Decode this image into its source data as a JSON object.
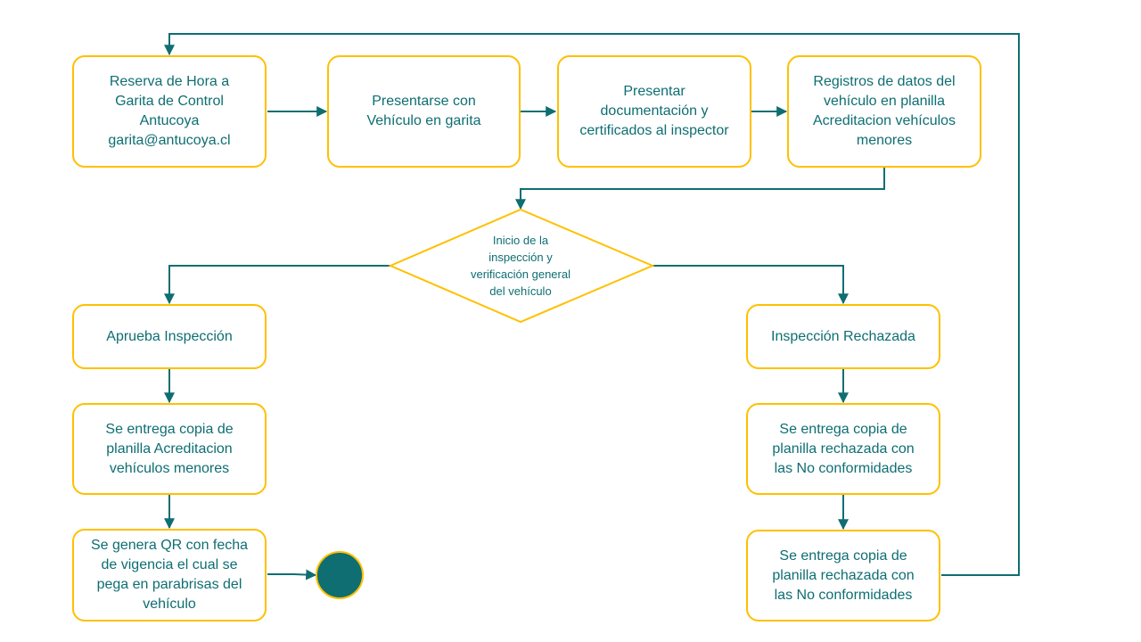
{
  "colors": {
    "node_border": "#FFC000",
    "text": "#0E6E72",
    "connector": "#0E6E72",
    "end_fill": "#0E6E72"
  },
  "nodes": {
    "reserva": "Reserva de Hora a\nGarita de Control\nAntucoya\ngarita@antucoya.cl",
    "presentarse": "Presentarse con\nVehículo en garita",
    "documentacion": "Presentar\ndocumentación y\ncertificados al inspector",
    "registros": "Registros de datos del\nvehículo en planilla\nAcreditacion vehículos\nmenores",
    "decision": "Inicio de la\ninspección y\nverificación general\ndel vehículo",
    "aprueba": "Aprueba Inspección",
    "copia_aprobada": "Se entrega copia de\nplanilla Acreditacion\nvehículos menores",
    "qr": "Se genera QR con fecha\nde vigencia el cual se\npega en parabrisas del\nvehículo",
    "rechazada": "Inspección Rechazada",
    "copia_rechazada_1": "Se entrega copia de\nplanilla rechazada con\nlas No conformidades",
    "copia_rechazada_2": "Se entrega copia de\nplanilla rechazada con\nlas No conformidades"
  }
}
